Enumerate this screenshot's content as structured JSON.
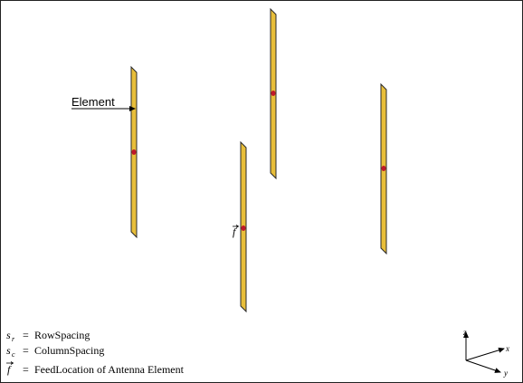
{
  "colors": {
    "element_fill": "#E8BE3A",
    "element_stroke": "#2A2A2A",
    "feed_point": "#C0182A",
    "frame": "#222222"
  },
  "labels": {
    "element_label": "Element",
    "feed_symbol": "f",
    "legend": {
      "row": {
        "symbol": "s",
        "sub": "r",
        "eq": "=",
        "text": "RowSpacing"
      },
      "col": {
        "symbol": "s",
        "sub": "c",
        "eq": "=",
        "text": "ColumnSpacing"
      },
      "feed": {
        "symbol": "f",
        "eq": "=",
        "text": "FeedLocation of Antenna Element"
      }
    },
    "axes": {
      "z": "z",
      "x": "x",
      "y": "y"
    }
  }
}
